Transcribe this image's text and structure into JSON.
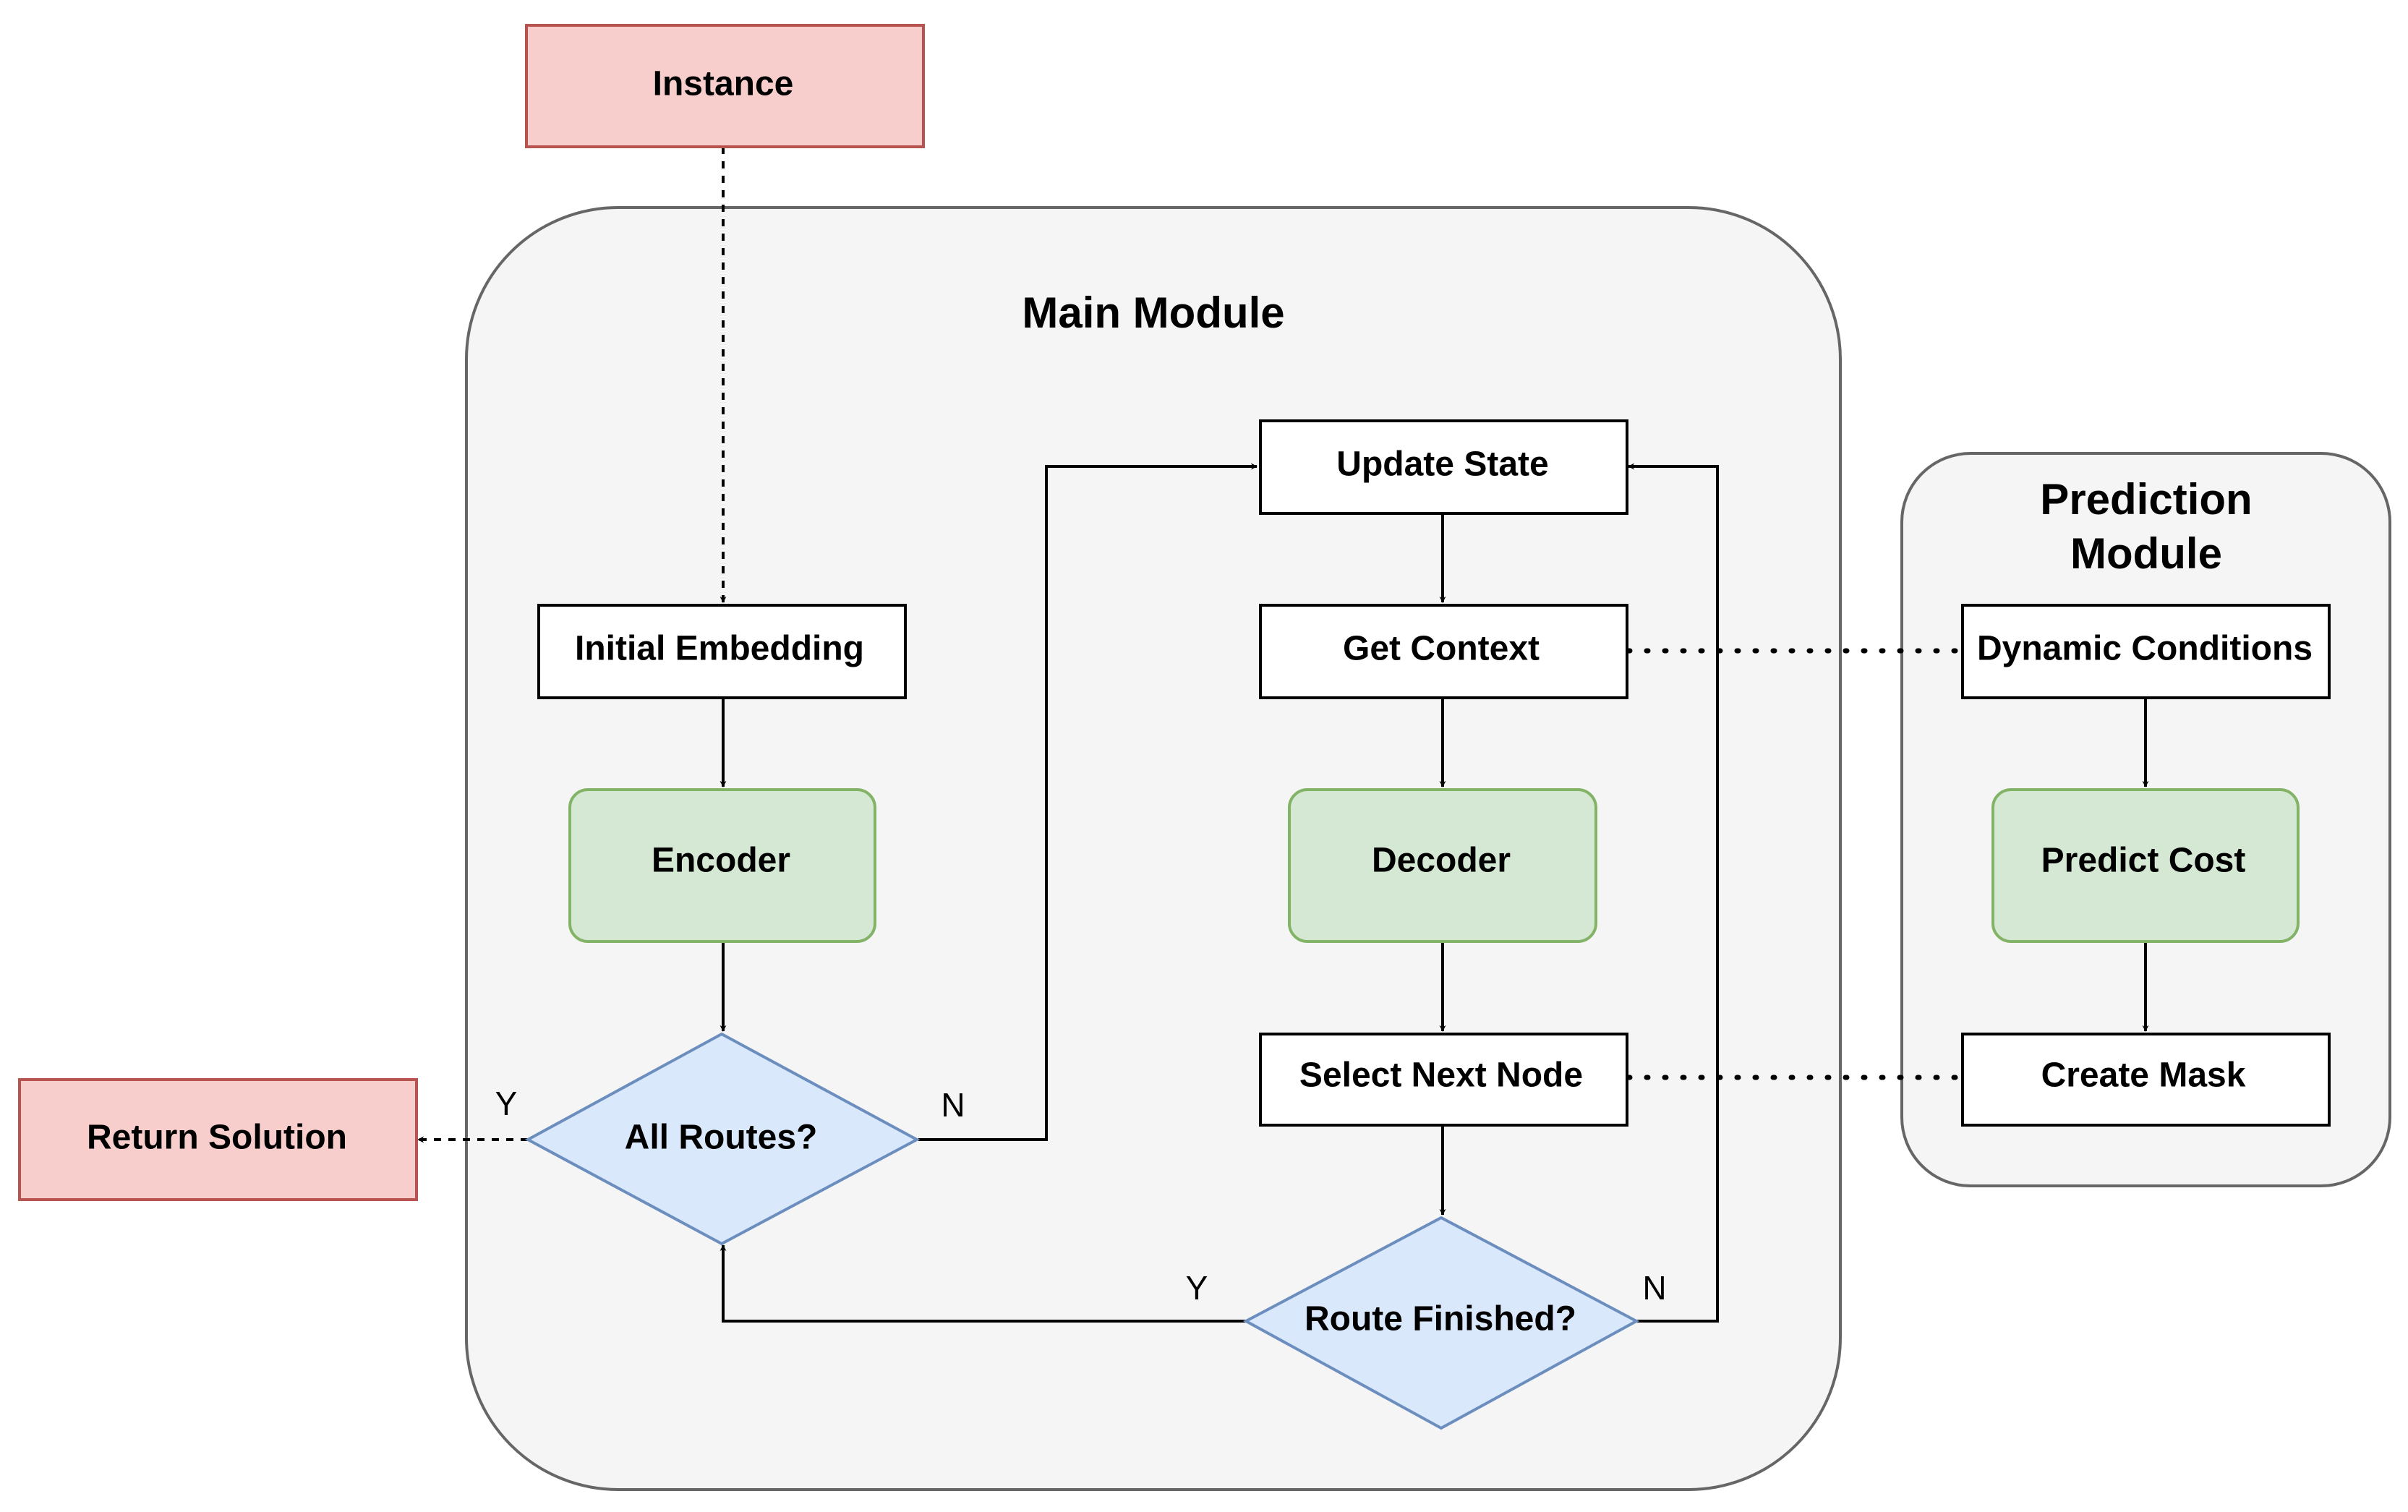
{
  "colors": {
    "module_fill": "#f5f5f5",
    "module_stroke": "#666666",
    "terminal_fill": "#f8cecc",
    "terminal_stroke": "#b85450",
    "model_fill": "#d5e8d4",
    "model_stroke": "#82b366",
    "decision_fill": "#dae8fc",
    "decision_stroke": "#6c8ebf",
    "process_fill": "#ffffff",
    "line": "#000000"
  },
  "main_module": {
    "title": "Main Module"
  },
  "prediction_module": {
    "title_line1": "Prediction",
    "title_line2": "Module"
  },
  "nodes": {
    "instance": "Instance",
    "return_solution": "Return Solution",
    "initial_embedding": "Initial Embedding",
    "encoder": "Encoder",
    "all_routes": "All Routes?",
    "update_state": "Update State",
    "get_context": "Get Context",
    "decoder": "Decoder",
    "select_next_node": "Select Next Node",
    "route_finished": "Route Finished?",
    "dynamic_conditions": "Dynamic Conditions",
    "predict_cost": "Predict Cost",
    "create_mask": "Create Mask"
  },
  "edge_labels": {
    "all_routes_yes": "Y",
    "all_routes_no": "N",
    "route_finished_yes": "Y",
    "route_finished_no": "N"
  }
}
